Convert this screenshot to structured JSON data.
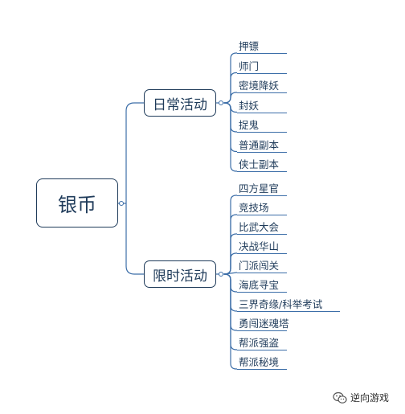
{
  "root": {
    "label": "银币"
  },
  "branches": [
    {
      "label": "日常活动",
      "children": [
        "押镖",
        "师门",
        "密境降妖",
        "封妖",
        "捉鬼",
        "普通副本",
        "侠士副本"
      ]
    },
    {
      "label": "限时活动",
      "children": [
        "四方星官",
        "竞技场",
        "比武大会",
        "决战华山",
        "门派闯关",
        "海底寻宝",
        "三界奇缘/科举考试",
        "勇闯迷魂塔",
        "帮派强盗",
        "帮派秘境"
      ]
    }
  ],
  "watermark": {
    "text": "逆向游戏",
    "icon": "wechat-icon"
  },
  "colors": {
    "line": "#3c6ea8",
    "box_border": "#1f3b5a",
    "text": "#1f3b5a"
  }
}
